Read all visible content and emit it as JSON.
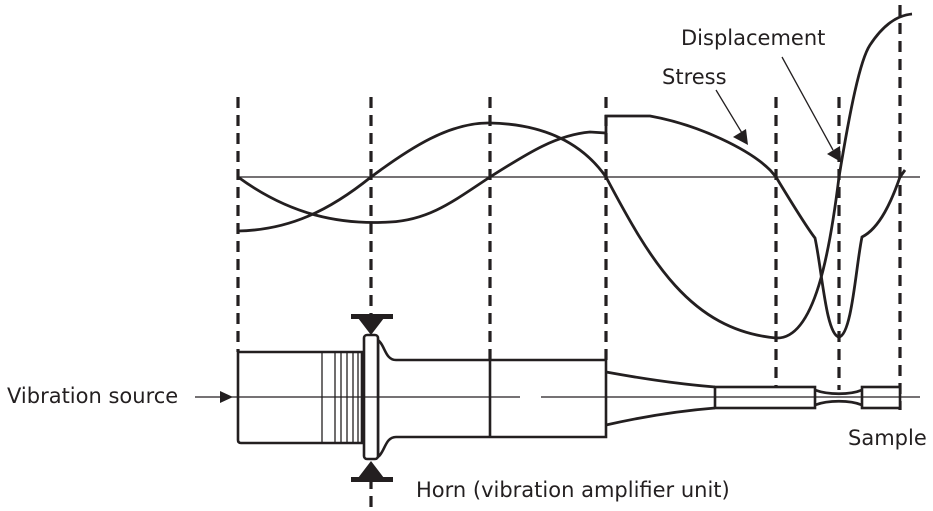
{
  "labels": {
    "vibration_source": "Vibration source",
    "horn": "Horn (vibration amplifier unit)",
    "sample": "Sample",
    "stress": "Stress",
    "displacement": "Displacement"
  },
  "colors": {
    "ink": "#231f20",
    "background": "#ffffff"
  }
}
